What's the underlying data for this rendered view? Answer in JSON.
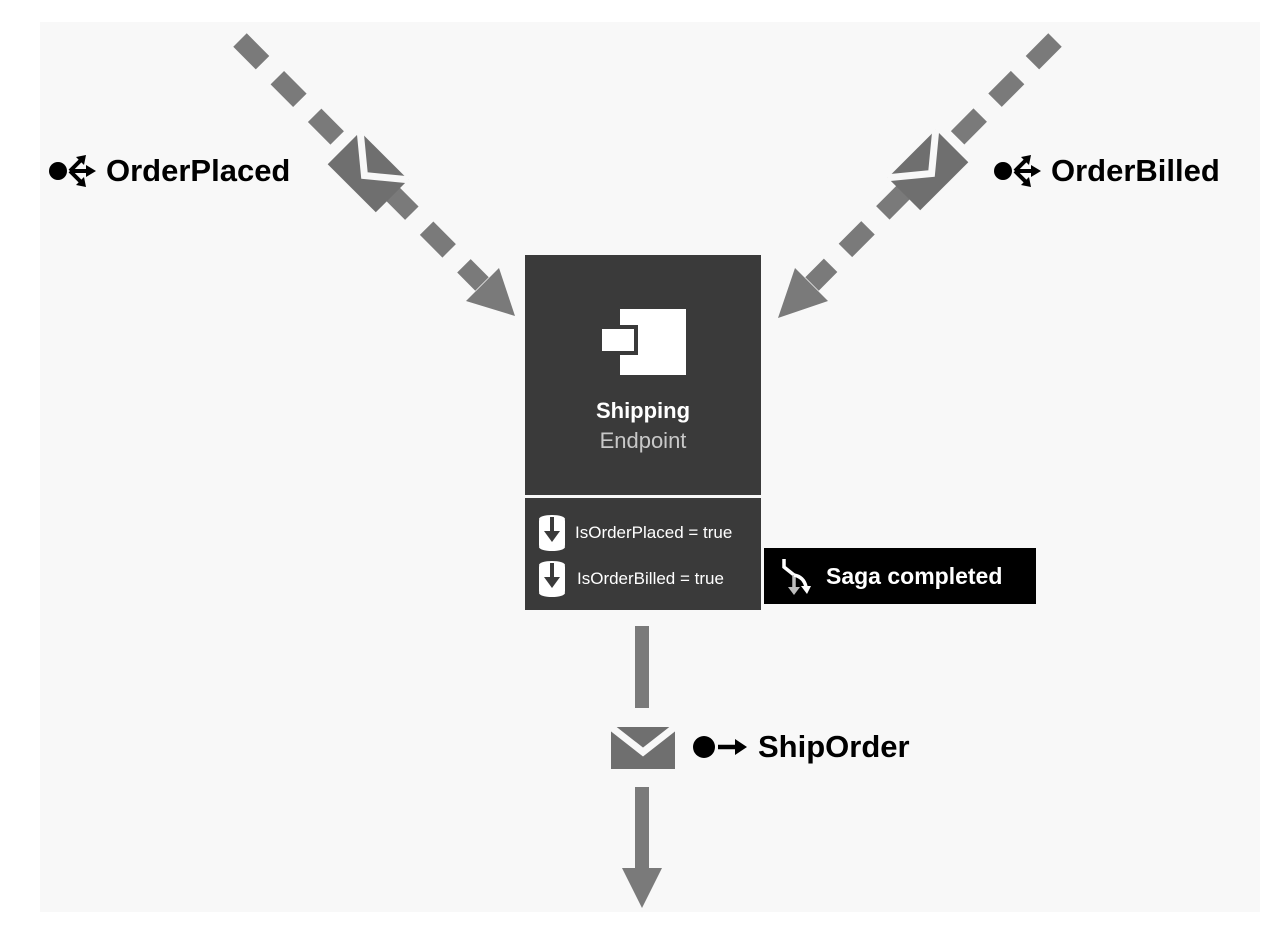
{
  "messages": {
    "order_placed": {
      "label": "OrderPlaced",
      "kind": "event",
      "icon": "publish-event-icon"
    },
    "order_billed": {
      "label": "OrderBilled",
      "kind": "event",
      "icon": "publish-event-icon"
    },
    "ship_order": {
      "label": "ShipOrder",
      "kind": "command",
      "icon": "send-command-icon"
    }
  },
  "endpoint": {
    "name": "Shipping",
    "type_label": "Endpoint",
    "icon": "component-icon"
  },
  "saga_state": {
    "properties": [
      {
        "text": "IsOrderPlaced = true",
        "icon": "data-store-icon"
      },
      {
        "text": "IsOrderBilled = true",
        "icon": "data-store-icon"
      }
    ]
  },
  "saga_status": {
    "label": "Saga completed",
    "icon": "saga-completed-icon"
  },
  "colors": {
    "arrow": "#7a7a7a",
    "envelope": "#6f6f6f",
    "endpoint_bg": "#3a3a3a",
    "endpoint_subtitle": "#c8c8c8",
    "status_bg": "#000000",
    "label_text": "#000000",
    "backdrop": "#f8f8f8"
  }
}
